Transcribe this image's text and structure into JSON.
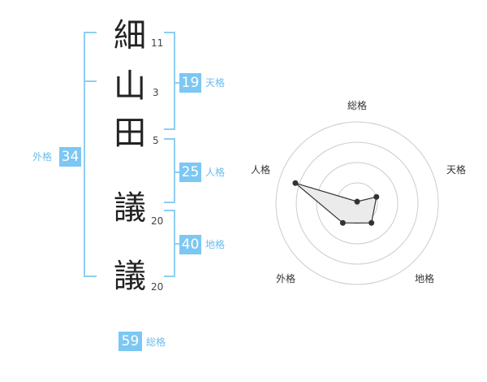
{
  "name": {
    "chars": [
      {
        "char": "細",
        "strokes": "11"
      },
      {
        "char": "山",
        "strokes": "3"
      },
      {
        "char": "田",
        "strokes": "5"
      },
      {
        "char": "議",
        "strokes": "20"
      },
      {
        "char": "議",
        "strokes": "20"
      }
    ]
  },
  "scores": {
    "tenkaku": {
      "label": "天格",
      "value": "19"
    },
    "jinkaku": {
      "label": "人格",
      "value": "25"
    },
    "chikaku": {
      "label": "地格",
      "value": "40"
    },
    "gaikaku": {
      "label": "外格",
      "value": "34"
    },
    "soukaku": {
      "label": "総格",
      "value": "59"
    }
  },
  "chart_data": {
    "type": "radar",
    "axes": [
      "総格",
      "天格",
      "地格",
      "外格",
      "人格"
    ],
    "levels": 4,
    "values": [
      0.0,
      0.25,
      0.3,
      0.3,
      0.8
    ],
    "colors": {
      "fill": "#ebebeb",
      "line": "#333333",
      "grid": "#cccccc",
      "accent": "#7cc7f3"
    }
  }
}
